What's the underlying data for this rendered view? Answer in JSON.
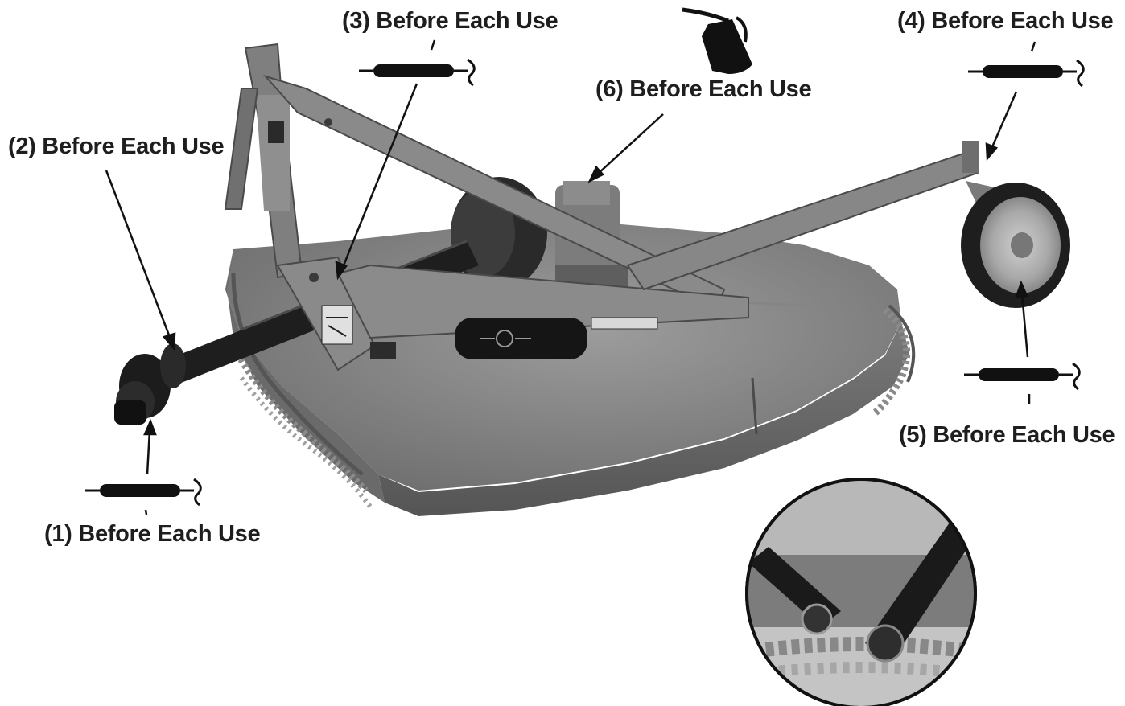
{
  "callouts": [
    {
      "id": 1,
      "label": "(1) Before Each Use"
    },
    {
      "id": 2,
      "label": "(2) Before Each Use"
    },
    {
      "id": 3,
      "label": "(3) Before Each Use"
    },
    {
      "id": 4,
      "label": "(4) Before Each Use"
    },
    {
      "id": 5,
      "label": "(5) Before Each Use"
    },
    {
      "id": 6,
      "label": "(6) Before Each Use"
    }
  ],
  "icons": [
    "grease-gun-icon",
    "oil-can-icon"
  ]
}
